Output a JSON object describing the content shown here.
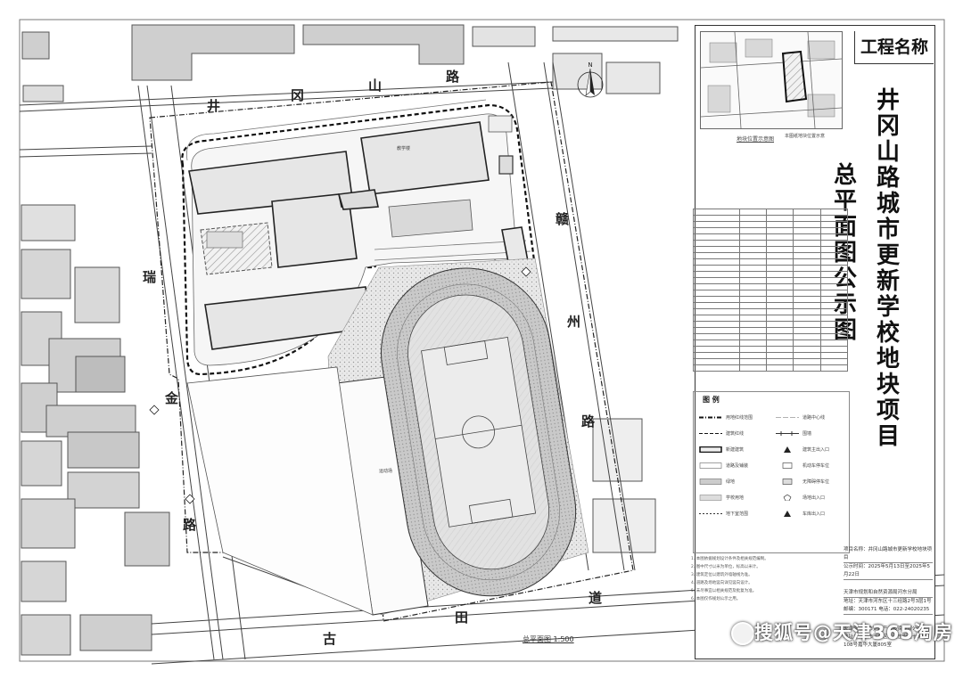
{
  "panel": {
    "project_name_label": "工程名称",
    "project_title": "井冈山路城市更新学校地块项目",
    "drawing_title": "总平面图公示图",
    "location_map_caption": "地块位置示意图",
    "location_map_note": "本图纸地块位置示意"
  },
  "roads": {
    "north": [
      "井",
      "冈",
      "山",
      "路"
    ],
    "east": [
      "赣",
      "州",
      "路"
    ],
    "west": [
      "瑞",
      "金",
      "路"
    ],
    "south": [
      "古",
      "田",
      "道"
    ]
  },
  "drawing": {
    "map_title": "总平面图 1:500",
    "sports_label": "运动场",
    "building_label": "教学楼"
  },
  "legend": {
    "title": "图 例",
    "items": [
      "用地红线范围",
      "建筑红线",
      "新建建筑",
      "道路及铺装",
      "绿地",
      "学校用地",
      "地下室范围",
      "道路中心线",
      "围墙",
      "建筑主出入口",
      "机动车停车位",
      "无障碍停车位",
      "场地出入口",
      "车库出入口"
    ]
  },
  "info": {
    "project_label": "项目名称：",
    "project_value": "井冈山路城市更新学校地块项目",
    "period_label": "公示时间：",
    "period_value": "2025年5月13日至2025年5月22日",
    "authority": "天津市规划和自然资源局河东分局",
    "address_line": "地址：天津市河东区十三经路2号3层1号",
    "postcode": "邮编：300171",
    "phone": "电话：022-24020235",
    "developer": "天津财联城市更新产业投资有限公司",
    "dev_address": "地址：天津市河东区大王庄街道七纬路",
    "dev_address2": "108号嘉华大厦805室"
  },
  "notes": [
    "1. 本图依据规划设计条件及相关规范编制。",
    "2. 图中尺寸以米为单位，标高以米计。",
    "3. 建筑定位以建筑外墙轴线为准。",
    "4. 道路及场地竖向详见竖向设计。",
    "5. 未尽事宜以相关规范及批复为准。",
    "6. 本图仅作规划公示之用。"
  ],
  "watermark": "搜狐号@天津365淘房",
  "colors": {
    "line": "#333333",
    "hatch": "#9a9a9a",
    "watermark": "#ffffff"
  }
}
